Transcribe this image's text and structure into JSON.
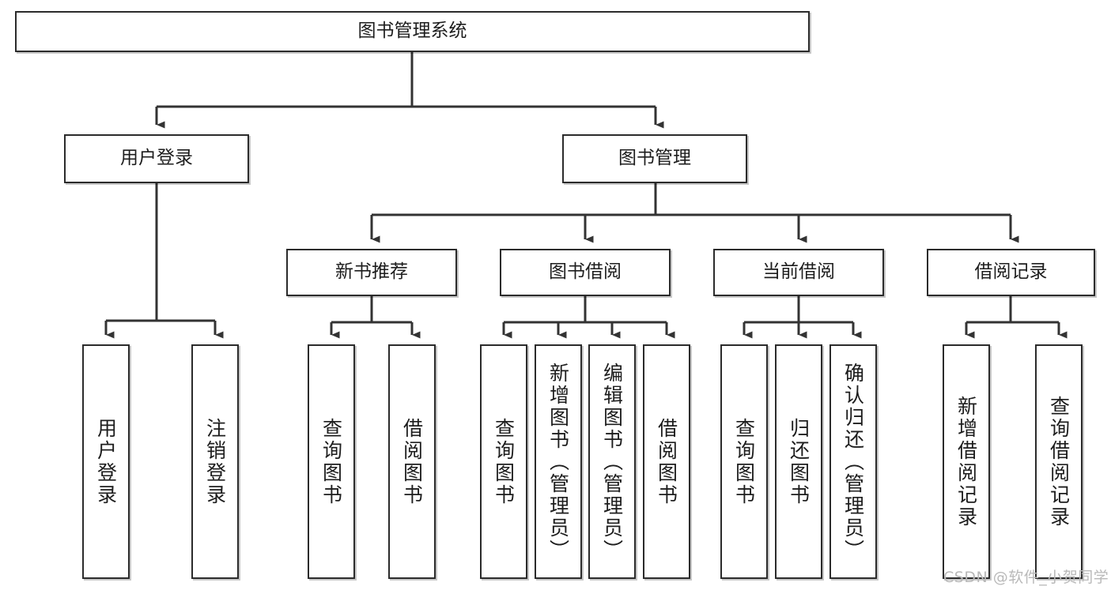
{
  "diagram": {
    "title": "图书管理系统",
    "type": "functional-structure-tree",
    "watermark": "CSDN @软件_小贺同学",
    "colors": {
      "box_border": "#2b2b2b",
      "box_fill": "#ffffff",
      "line": "#333333",
      "text": "#1d1d1d",
      "watermark": "#b9b9b9"
    },
    "levels": {
      "root": {
        "label": "图书管理系统"
      },
      "level2": [
        {
          "id": "user-login",
          "label": "用户登录"
        },
        {
          "id": "book-management",
          "label": "图书管理"
        }
      ],
      "level3": [
        {
          "id": "new-book-recommend",
          "label": "新书推荐",
          "parent": "book-management"
        },
        {
          "id": "book-borrow",
          "label": "图书借阅",
          "parent": "book-management"
        },
        {
          "id": "current-borrow",
          "label": "当前借阅",
          "parent": "book-management"
        },
        {
          "id": "borrow-record",
          "label": "借阅记录",
          "parent": "book-management"
        }
      ],
      "leaves": [
        {
          "id": "leaf-user-login",
          "label": "用户登录",
          "parent": "user-login"
        },
        {
          "id": "leaf-logout-login",
          "label": "注销登录",
          "parent": "user-login"
        },
        {
          "id": "leaf-query-book-1",
          "label": "查询图书",
          "parent": "new-book-recommend"
        },
        {
          "id": "leaf-borrow-book-1",
          "label": "借阅图书",
          "parent": "new-book-recommend"
        },
        {
          "id": "leaf-query-book-2",
          "label": "查询图书",
          "parent": "book-borrow"
        },
        {
          "id": "leaf-add-book",
          "label": "新增图书（管理员）",
          "parent": "book-borrow"
        },
        {
          "id": "leaf-edit-book",
          "label": "编辑图书（管理员）",
          "parent": "book-borrow"
        },
        {
          "id": "leaf-borrow-book-2",
          "label": "借阅图书",
          "parent": "book-borrow"
        },
        {
          "id": "leaf-query-book-3",
          "label": "查询图书",
          "parent": "current-borrow"
        },
        {
          "id": "leaf-return-book",
          "label": "归还图书",
          "parent": "current-borrow"
        },
        {
          "id": "leaf-confirm-return",
          "label": "确认归还（管理员）",
          "parent": "current-borrow"
        },
        {
          "id": "leaf-add-record",
          "label": "新增借阅记录",
          "parent": "borrow-record"
        },
        {
          "id": "leaf-query-record",
          "label": "查询借阅记录",
          "parent": "borrow-record"
        }
      ]
    }
  }
}
